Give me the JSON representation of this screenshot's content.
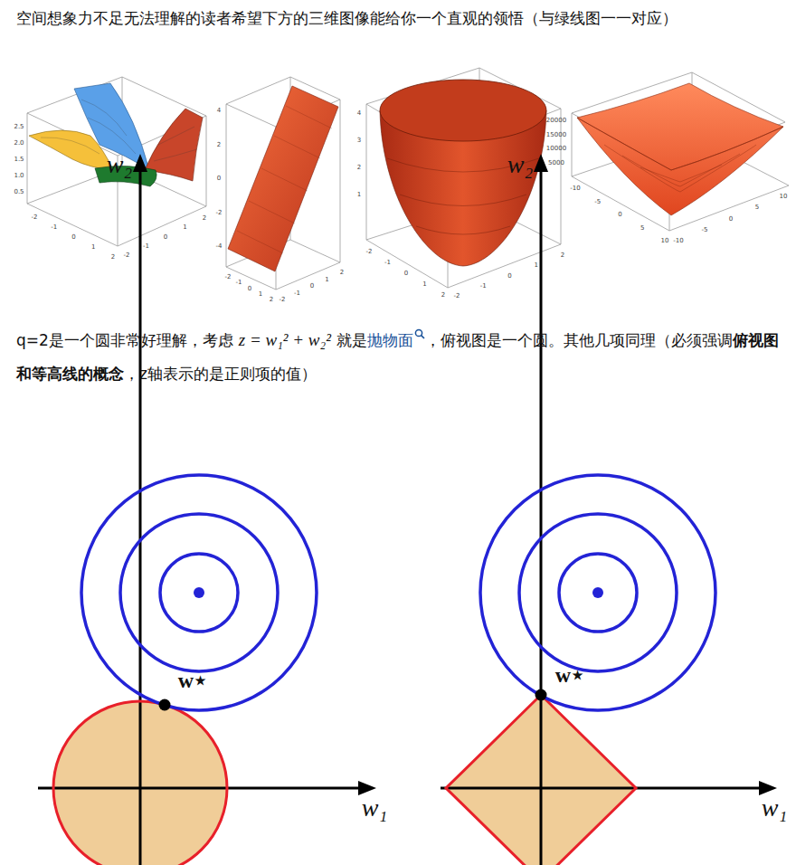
{
  "diagram": {
    "labels": [
      "空间想象力不足无法理解的读者希望下方的三维图像能给你一个直观的领悟（与绿线图一一对应）",
      "q=2是一个圆非常好理解，考虑",
      "z = w₁² + w₂²",
      "就是",
      "抛物面",
      "，俯视图是一个圆。其他几项同理（必须强调",
      "俯视图和等高线的概念",
      "，z轴表示的是正则项的值）",
      "2.5",
      "2.0",
      "1.5",
      "1.0",
      "0.5",
      "-2",
      "-1",
      "0",
      "1",
      "2",
      "-2",
      "-1",
      "0",
      "1",
      "2",
      "4",
      "2",
      "0",
      "-2",
      "-4",
      "-2",
      "-1",
      "0",
      "1",
      "2",
      "-2",
      "-1",
      "0",
      "1",
      "2",
      "4",
      "3",
      "2",
      "1",
      "-2",
      "-1",
      "0",
      "1",
      "2",
      "-2",
      "-1",
      "0",
      "1",
      "2",
      "20000",
      "15000",
      "10000",
      "5000",
      "-10",
      "-5",
      "0",
      "5",
      "10",
      "-10",
      "-5",
      "0",
      "5",
      "10",
      "w₂",
      "w₁",
      "w⋆",
      "w₂",
      "w₁",
      "w⋆"
    ]
  }
}
